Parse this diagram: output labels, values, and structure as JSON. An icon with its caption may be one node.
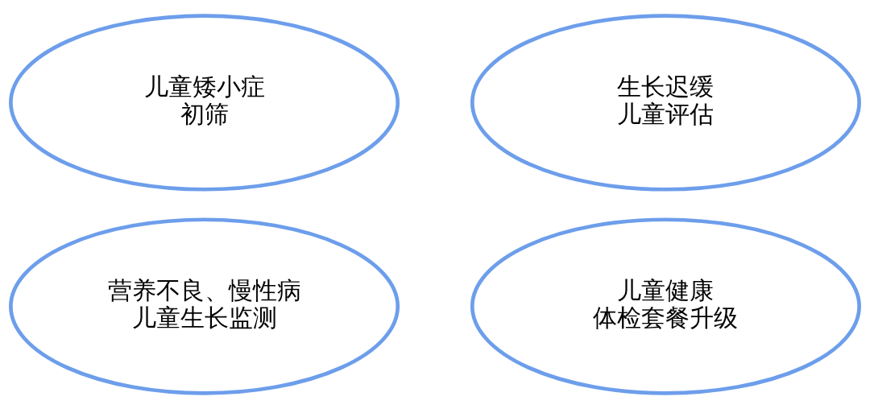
{
  "diagram": {
    "nodes": [
      {
        "text": [
          "儿童矮小症",
          "初筛"
        ]
      },
      {
        "text": [
          "生长迟缓",
          "儿童评估"
        ]
      },
      {
        "text": [
          "营养不良、慢性病",
          "儿童生长监测"
        ]
      },
      {
        "text": [
          "儿童健康",
          "体检套餐升级"
        ]
      }
    ]
  }
}
